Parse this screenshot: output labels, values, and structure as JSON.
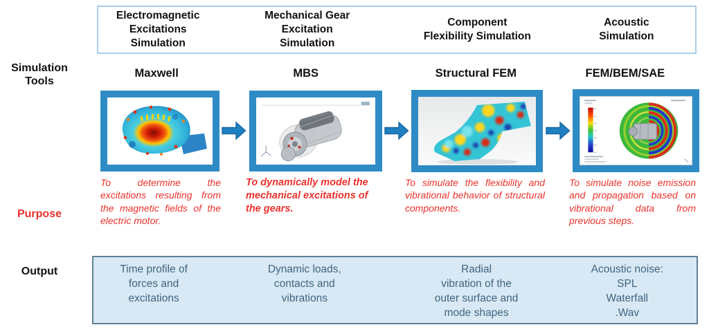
{
  "left_labels": {
    "tools": "Simulation\nTools",
    "purpose": "Purpose",
    "output": "Output"
  },
  "columns": [
    {
      "header": "Electromagnetic\nExcitations\nSimulation",
      "tool": "Maxwell",
      "image": "electromagnetic-motor-field-plot",
      "purpose": "To determine the excitations resulting from the magnetic fields of the electric motor.",
      "output": "Time profile of\nforces and\nexcitations"
    },
    {
      "header": "Mechanical Gear\nExcitation\nSimulation",
      "tool": "MBS",
      "image": "gearbox-multibody-model",
      "purpose": "To dynamically model the mechanical excitations of the gears.",
      "output": "Dynamic loads,\ncontacts and\nvibrations"
    },
    {
      "header": "Component\nFlexibility Simulation",
      "tool": "Structural FEM",
      "image": "housing-mode-shapes-fem-plot",
      "purpose": "To simulate the flexibility and vibrational behavior of structural components.",
      "output": "Radial\nvibration of the\nouter surface and\nmode shapes"
    },
    {
      "header": "Acoustic\nSimulation",
      "tool": "FEM/BEM/SAE",
      "image": "acoustic-wave-propagation-plot",
      "purpose": "To simulate noise emission and propagation based on vibrational data from previous steps.",
      "output": "Acoustic noise:\nSPL\nWaterfall\n.Wav"
    }
  ],
  "colors": {
    "frame_blue": "#2e8bc6",
    "arrow_blue": "#1f80c2",
    "header_border": "#a9cde9",
    "output_bg": "#d8e9f5",
    "output_border": "#5f8096",
    "purpose_red": "#ea322c",
    "output_text": "#41647e"
  }
}
